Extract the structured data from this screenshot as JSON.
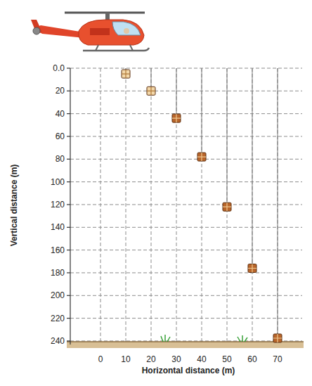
{
  "diagram": {
    "labels": [
      "0.0",
      "20",
      "40",
      "60",
      "80",
      "100",
      "120",
      "140",
      "160",
      "180",
      "200",
      "220",
      "240",
      "0",
      "10",
      "20",
      "30",
      "40",
      "50",
      "60",
      "70",
      "Vertical distance (m)",
      "Horizontal distance (m)"
    ]
  }
}
